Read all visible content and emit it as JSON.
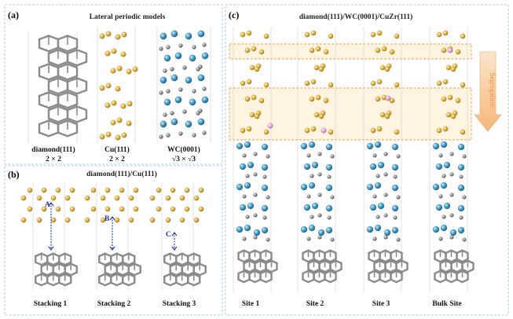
{
  "panel_a": {
    "letter": "(a)",
    "title": "Lateral periodic models",
    "models": [
      {
        "name": "diamond(111)",
        "cell": "2 × 2"
      },
      {
        "name": "Cu(111)",
        "cell": "2 × 2"
      },
      {
        "name": "WC(0001)",
        "cell": "√3 × √3"
      }
    ]
  },
  "panel_b": {
    "letter": "(b)",
    "title": "diamond(111)/Cu(111)",
    "stackings": [
      {
        "marker": "A",
        "label": "Stacking 1"
      },
      {
        "marker": "B",
        "label": "Stacking 2"
      },
      {
        "marker": "C",
        "label": "Stacking 3"
      }
    ]
  },
  "panel_c": {
    "letter": "(c)",
    "title": "diamond(111)/WC(0001)/CuZr(111)",
    "arrow_label": "Segregation",
    "sites": [
      "Site 1",
      "Site 2",
      "Site 3",
      "Bulk Site"
    ]
  },
  "colors": {
    "carbon": "#8a8a8a",
    "copper": "#e8b53a",
    "tungsten": "#3d9fd0",
    "zirconium": "#e7a6d6",
    "highlight_band": "#fdf0d6",
    "highlight_border": "#e8a14a",
    "arrow": "#f6c89a",
    "guide": "#6b7fc4",
    "frame": "#9fc4d6"
  }
}
